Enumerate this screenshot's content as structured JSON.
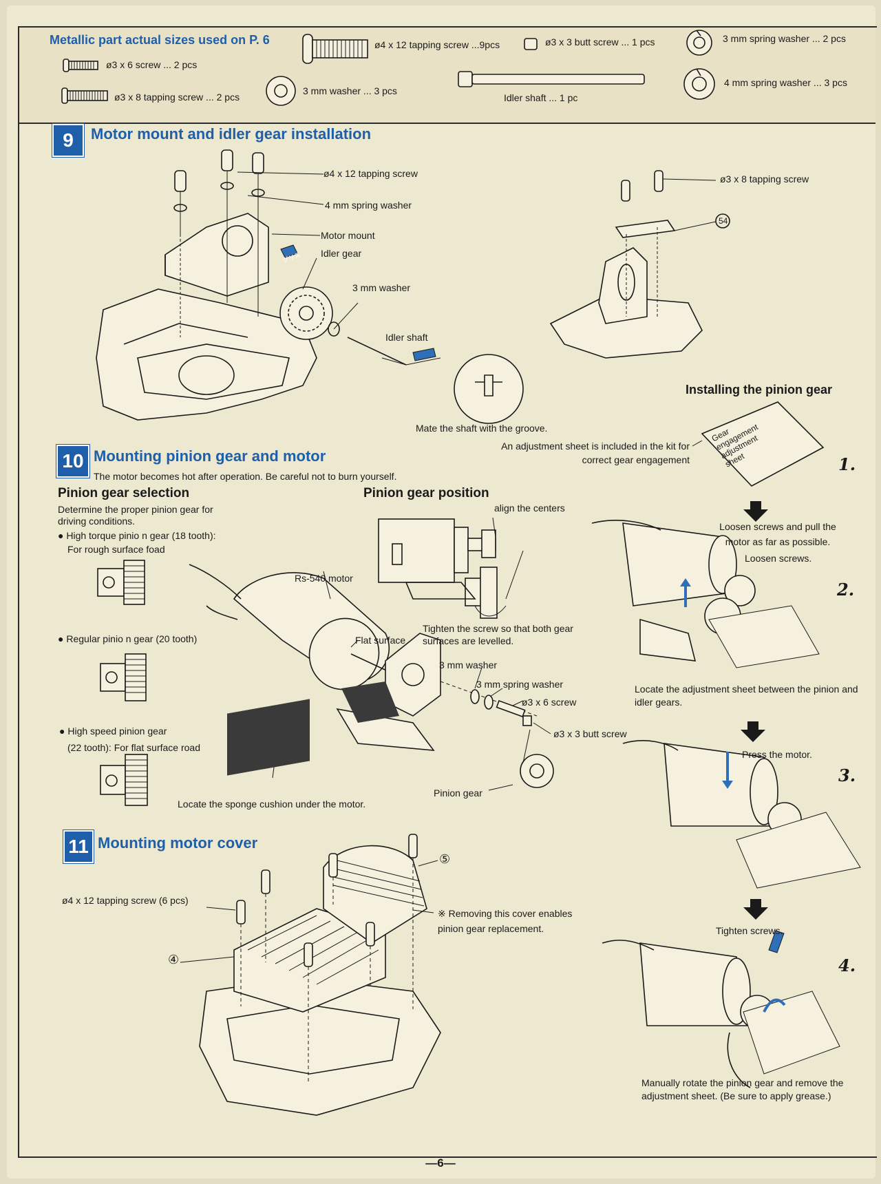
{
  "parts_list": {
    "title": "Metallic part actual sizes used on P. 6",
    "items": [
      "ø3 x 6 screw ... 2 pcs",
      "ø3 x 8 tapping screw ... 2 pcs",
      "ø4 x 12 tapping screw ...9pcs",
      "3 mm washer ... 3 pcs",
      "ø3 x 3 butt screw ... 1 pcs",
      "Idler shaft ... 1 pc",
      "3 mm spring washer ... 2 pcs",
      "4 mm spring washer ... 3 pcs"
    ]
  },
  "step9": {
    "number": "9",
    "title": "Motor mount and idler gear installation",
    "labels": {
      "screw": "ø4 x 12 tapping screw",
      "spring_washer": "4 mm spring washer",
      "motor_mount": "Motor mount",
      "idler_gear": "Idler gear",
      "washer": "3 mm washer",
      "idler_shaft": "Idler shaft",
      "groove": "Mate the shaft with the groove.",
      "tap_screw": "ø3 x 8 tapping screw",
      "part_no": "54"
    },
    "grease_tag": "グリス"
  },
  "pinion_install": {
    "title": "Installing the pinion gear",
    "note": "An adjustment sheet is included in the kit for correct gear engagement",
    "sheet_text": [
      "Gear",
      "engagement",
      "adjustment",
      "sheet"
    ],
    "steps": [
      {
        "num": "1.",
        "text": ""
      },
      {
        "num": "2.",
        "text": "Loosen screws and pull the motor as far as possible.",
        "sub": "Loosen screws."
      },
      {
        "num": "3.",
        "text": "Locate the adjustment sheet between the pinion and idler gears.",
        "sub": "Press the motor."
      },
      {
        "num": "4.",
        "text": "Manually rotate the pinion gear and remove the adjustment sheet.  (Be sure to apply grease.)",
        "sub": "Tighten screws."
      }
    ]
  },
  "step10": {
    "number": "10",
    "title": "Mounting pinion gear and motor",
    "warning": "The motor becomes hot after operation. Be careful not to burn yourself.",
    "selection": {
      "heading": "Pinion gear  selection",
      "intro": "Determine the proper pinion gear for driving conditions.",
      "options": [
        {
          "label": "High torque pinio n gear (18 tooth):",
          "detail": "For rough surface foad"
        },
        {
          "label": "Regular pinio n gear (20 tooth)",
          "detail": ""
        },
        {
          "label": "High speed pinion gear",
          "detail": "(22 tooth):  For flat surface road"
        }
      ]
    },
    "position": {
      "heading": "Pinion gear position",
      "align": "align the centers",
      "tighten": "Tighten the screw so that both gear surfaces are levelled."
    },
    "labels": {
      "motor": "Rs-540 motor",
      "flat": "Flat surface",
      "washer": "3 mm washer",
      "spring_washer": "3 mm spring washer",
      "screw": "ø3 x 6 screw",
      "butt_screw": "ø3 x 3 butt screw",
      "pinion": "Pinion gear",
      "sponge": "Locate the sponge cushion under the motor."
    }
  },
  "step11": {
    "number": "11",
    "title": "Mounting motor cover",
    "labels": {
      "screw": "ø4 x 12 tapping screw (6 pcs)",
      "part4": "④",
      "part5": "⑤",
      "note": "※ Removing this cover enables pinion gear replacement."
    }
  },
  "page_number": "—6—"
}
